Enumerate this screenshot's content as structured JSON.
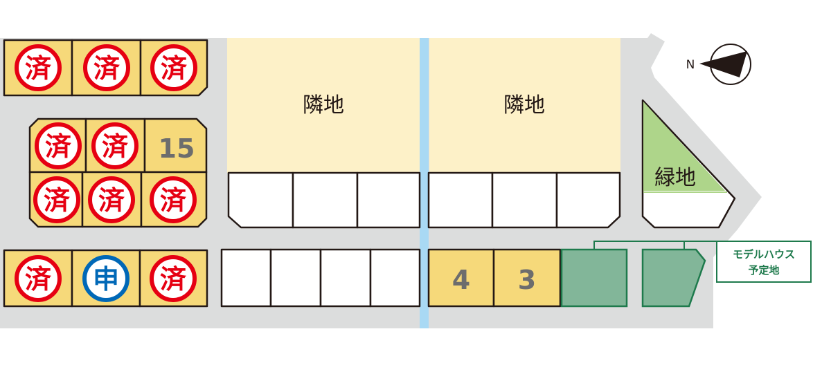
{
  "legend": {
    "sold_mark": "済",
    "applied_mark": "申"
  },
  "neighbor_labels": [
    "隣地",
    "隣地"
  ],
  "green_area_label": "緑地",
  "model_house": {
    "line1": "モデルハウス",
    "line2": "予定地"
  },
  "compass": {
    "north_label": "N"
  },
  "lot_numbers": {
    "lot_15": "15",
    "lot_4": "4",
    "lot_3": "3"
  },
  "colors": {
    "road": "#dcdddd",
    "lot_yellow": "#f6d97a",
    "neighbor": "#fdf1c8",
    "water": "#a9d9f4",
    "green": "#aed58a",
    "model_fill": "#82b699",
    "model_stroke": "#1e7a4c",
    "sold": "#e60012",
    "applied": "#0068b7"
  }
}
